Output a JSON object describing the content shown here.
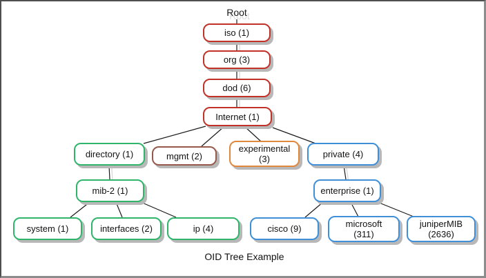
{
  "diagram": {
    "title": "OID Tree Example",
    "root_label": "Root",
    "colors": {
      "red": "#c23128",
      "green": "#2fb56a",
      "brown": "#96584a",
      "orange": "#e0873c",
      "blue": "#3e8ed8",
      "node_shadow": "#b8b8b8",
      "line": "#1a1a1a",
      "ghost_text": "#dcdcdc"
    },
    "nodes": {
      "iso": {
        "label": "iso (1)",
        "color": "red"
      },
      "org": {
        "label": "org (3)",
        "color": "red"
      },
      "dod": {
        "label": "dod (6)",
        "color": "red"
      },
      "internet": {
        "label": "Internet (1)",
        "color": "red"
      },
      "directory": {
        "label": "directory (1)",
        "color": "green"
      },
      "mgmt": {
        "label": "mgmt (2)",
        "color": "brown"
      },
      "experimental": {
        "label": "experimental\n(3)",
        "color": "orange"
      },
      "private": {
        "label": "private (4)",
        "color": "blue"
      },
      "mib2": {
        "label": "mib-2 (1)",
        "color": "green"
      },
      "enterprise": {
        "label": "enterprise (1)",
        "color": "blue"
      },
      "system": {
        "label": "system (1)",
        "color": "green"
      },
      "interfaces": {
        "label": "interfaces (2)",
        "color": "green"
      },
      "ip": {
        "label": "ip (4)",
        "color": "green"
      },
      "cisco": {
        "label": "cisco (9)",
        "color": "blue"
      },
      "microsoft": {
        "label": "microsoft\n(311)",
        "color": "blue"
      },
      "junipermib": {
        "label": "juniperMIB\n(2636)",
        "color": "blue"
      }
    },
    "edges": [
      [
        "root",
        "iso"
      ],
      [
        "iso",
        "org"
      ],
      [
        "org",
        "dod"
      ],
      [
        "dod",
        "internet"
      ],
      [
        "internet",
        "directory"
      ],
      [
        "internet",
        "mgmt"
      ],
      [
        "internet",
        "experimental"
      ],
      [
        "internet",
        "private"
      ],
      [
        "directory",
        "mib2"
      ],
      [
        "mib2",
        "system"
      ],
      [
        "mib2",
        "interfaces"
      ],
      [
        "mib2",
        "ip"
      ],
      [
        "private",
        "enterprise"
      ],
      [
        "enterprise",
        "cisco"
      ],
      [
        "enterprise",
        "microsoft"
      ],
      [
        "enterprise",
        "junipermib"
      ]
    ]
  }
}
